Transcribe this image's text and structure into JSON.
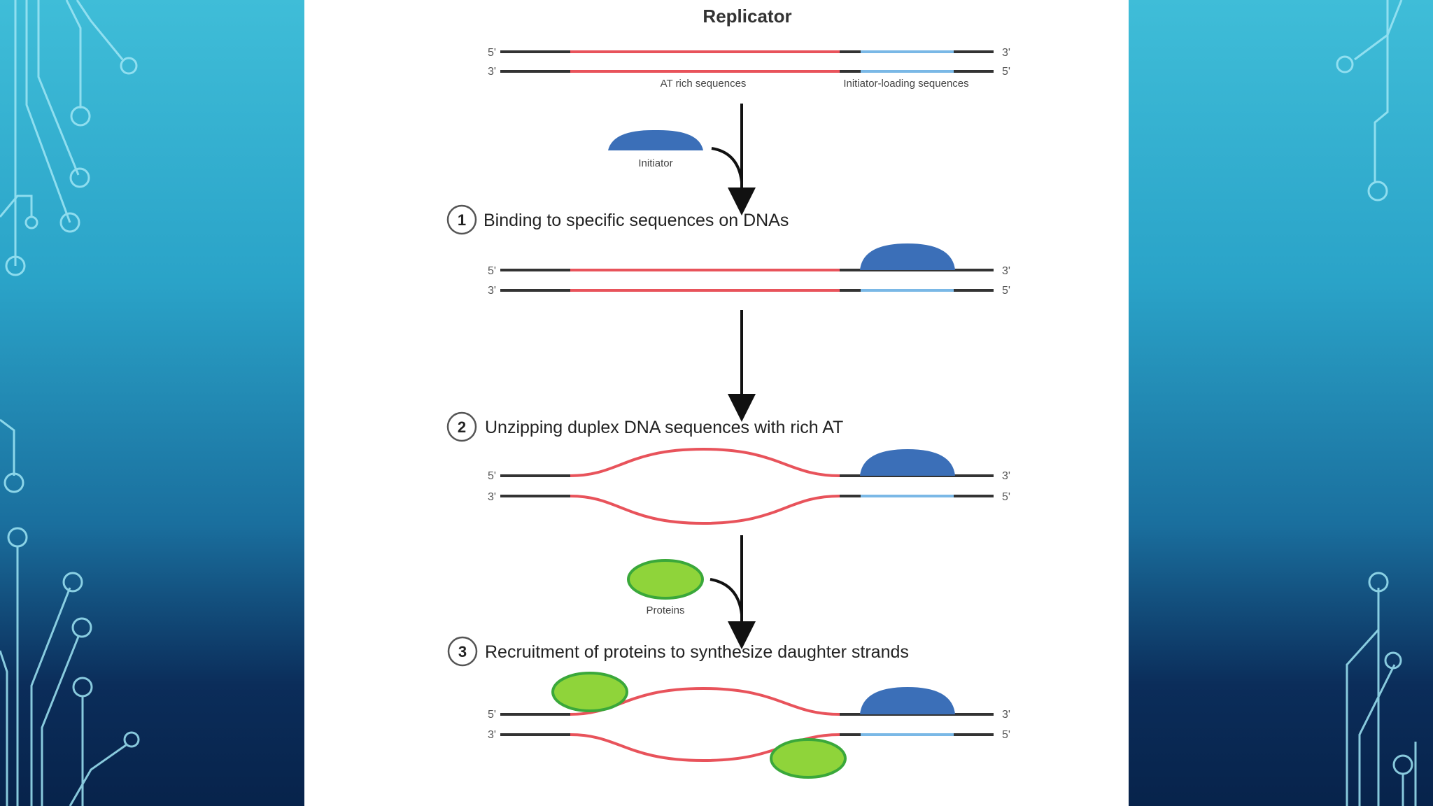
{
  "diagram": {
    "title": "Replicator",
    "region_labels": {
      "at_rich": "AT rich sequences",
      "initiator_loading": "Initiator-loading sequences"
    },
    "molecule_labels": {
      "initiator": "Initiator",
      "proteins": "Proteins"
    },
    "strand_ends": {
      "top_left": "5'",
      "top_right": "3'",
      "bottom_left": "3'",
      "bottom_right": "5'"
    },
    "steps": [
      {
        "number": "1",
        "text": "Binding to specific sequences on DNAs"
      },
      {
        "number": "2",
        "text": "Unzipping duplex DNA sequences with rich AT"
      },
      {
        "number": "3",
        "text": "Recruitment of proteins to synthesize daughter strands"
      }
    ],
    "colors": {
      "at_rich_strand": "#e8535b",
      "initiator_strand": "#7ab8e6",
      "flank_strand": "#333333",
      "initiator": "#3b6fb8",
      "protein_fill": "#8fd43a",
      "protein_stroke": "#3aa83a"
    }
  }
}
